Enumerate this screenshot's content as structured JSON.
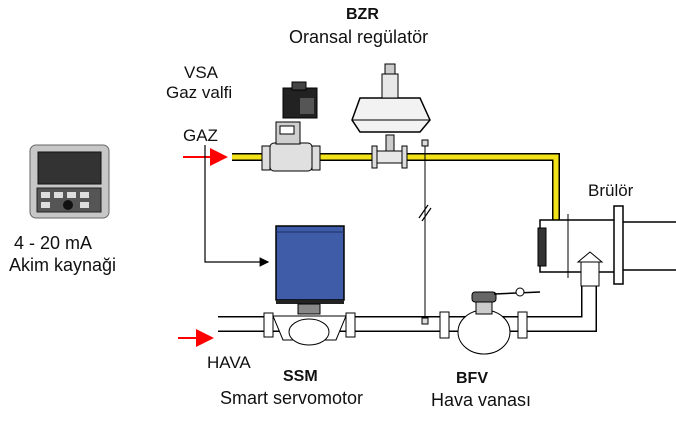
{
  "colors": {
    "gas_line": "#f2e21a",
    "air_line": "#ffffff",
    "arrow": "#ff0000",
    "servomotor_blue": "#3e5ca8",
    "line_stroke": "#000000"
  },
  "labels": {
    "bzr_code": "BZR",
    "bzr_name": "Oransal regülatör",
    "vsa_code": "VSA",
    "vsa_name": "Gaz valfi",
    "gas_inlet": "GAZ",
    "air_inlet": "HAVA",
    "burner": "Brülör",
    "current_source_range": "4 - 20 mA",
    "current_source_name": "Akim kaynaği",
    "ssm_code": "SSM",
    "ssm_name": "Smart servomotor",
    "bfv_code": "BFV",
    "bfv_name": "Hava vanası"
  },
  "icons": {
    "controller": "current-source-controller-icon",
    "gas_valve": "solenoid-valve-icon",
    "regulator": "proportional-regulator-icon",
    "servomotor": "servomotor-icon",
    "butterfly_valve": "butterfly-valve-icon",
    "burner": "burner-icon"
  }
}
